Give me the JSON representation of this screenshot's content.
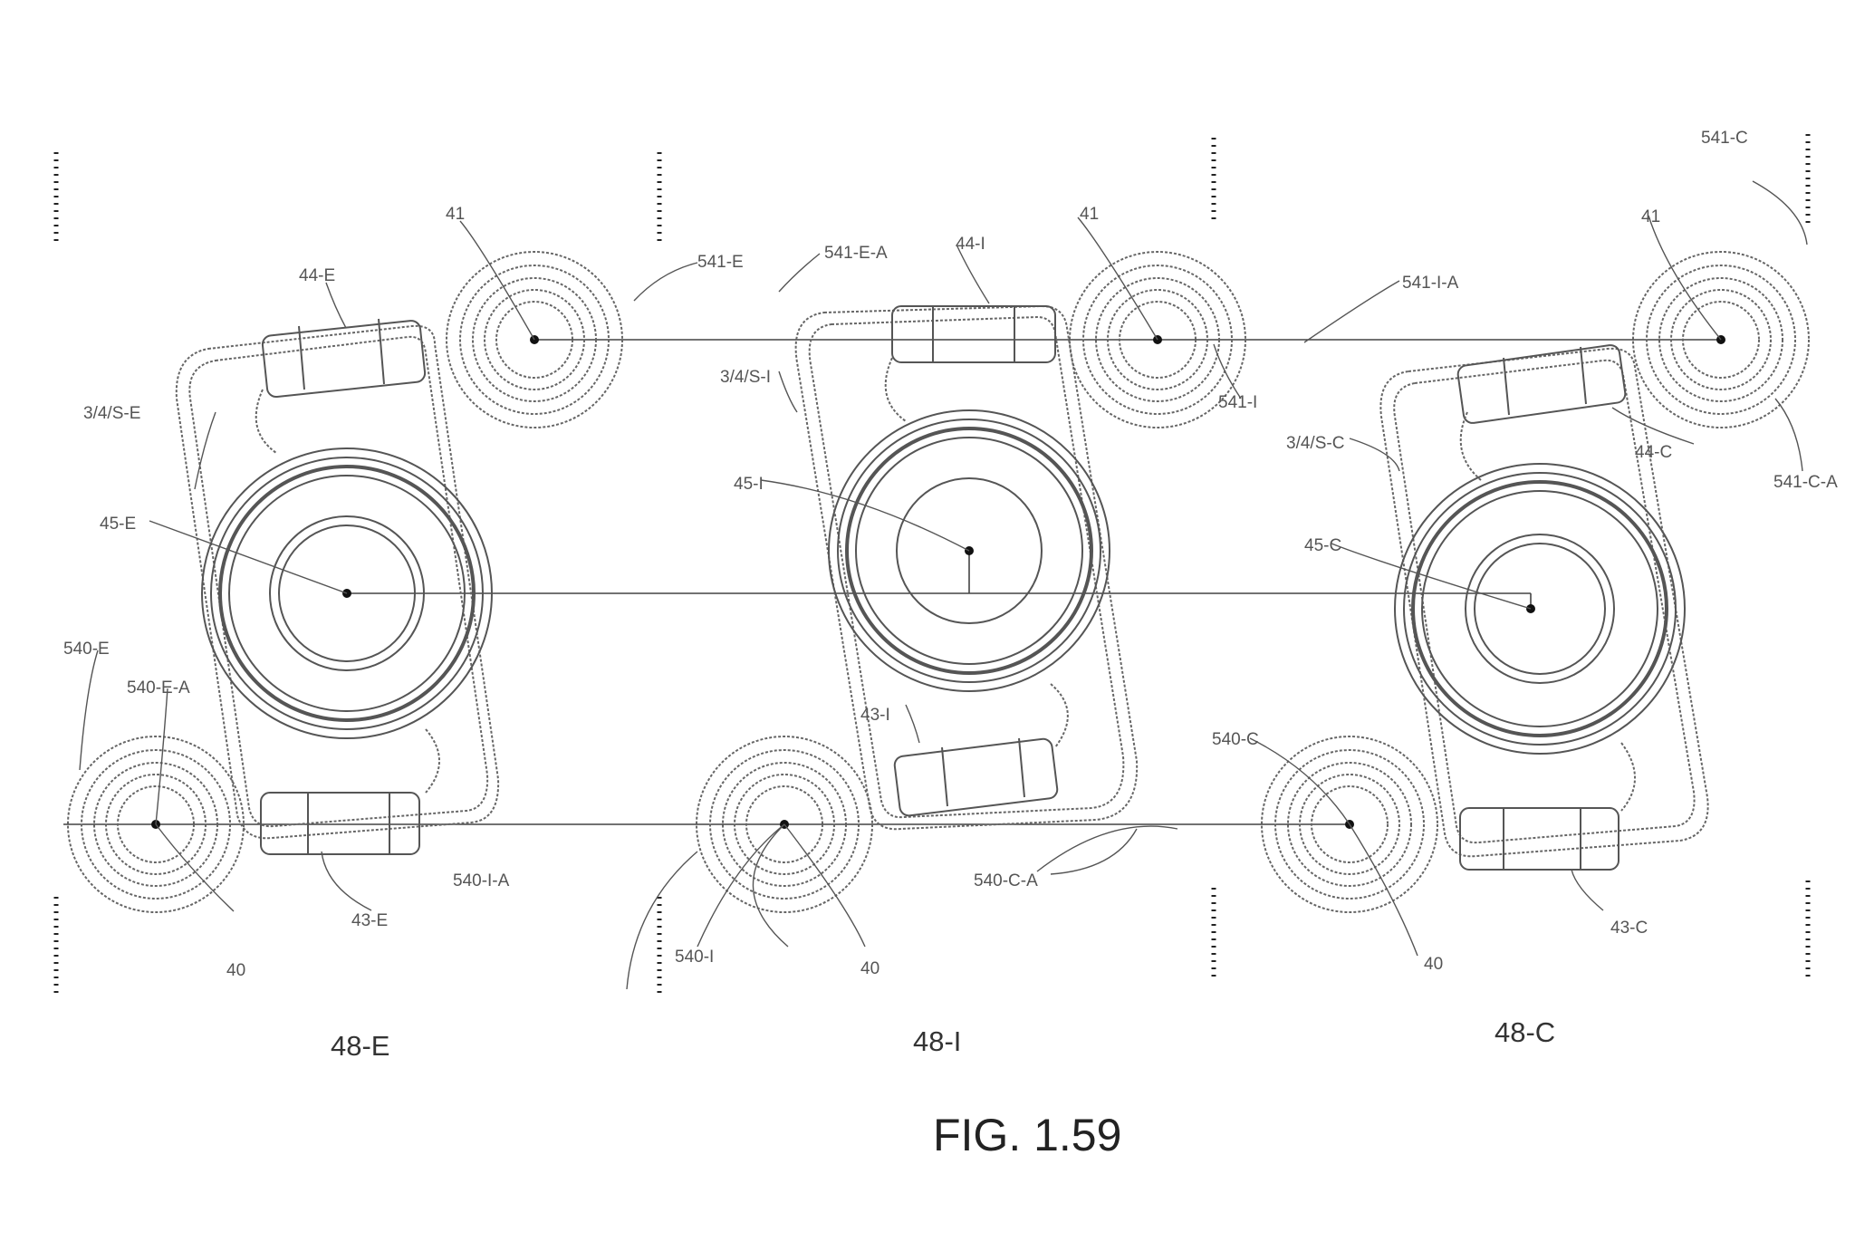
{
  "figure": {
    "title": "FIG. 1.59"
  },
  "sections": [
    {
      "id": "48-E",
      "label": "48-E",
      "labels": {
        "top_port": "41",
        "bottom_port": "40",
        "top_link": "541-E",
        "top_link_arm": "541-E-A",
        "top_tube": "44-E",
        "bottom_tube": "43-E",
        "outline": "3/4/S-E",
        "center": "45-E",
        "bottom_link": "540-E",
        "bottom_link_arm": "540-E-A"
      }
    },
    {
      "id": "48-I",
      "label": "48-I",
      "labels": {
        "top_port": "41",
        "bottom_port": "40",
        "top_link": "541-I",
        "top_link_arm": "541-I-A",
        "top_tube": "44-I",
        "bottom_tube": "43-I",
        "outline": "3/4/S-I",
        "center": "45-I",
        "bottom_link": "540-I",
        "bottom_link_arm": "540-I-A"
      }
    },
    {
      "id": "48-C",
      "label": "48-C",
      "labels": {
        "top_port": "41",
        "bottom_port": "40",
        "top_link": "541-C",
        "top_link_arm": "541-C-A",
        "top_tube": "44-C",
        "bottom_tube": "43-C",
        "outline": "3/4/S-C",
        "center": "45-C",
        "bottom_link": "540-C",
        "bottom_link_arm": "540-C-A"
      }
    }
  ]
}
